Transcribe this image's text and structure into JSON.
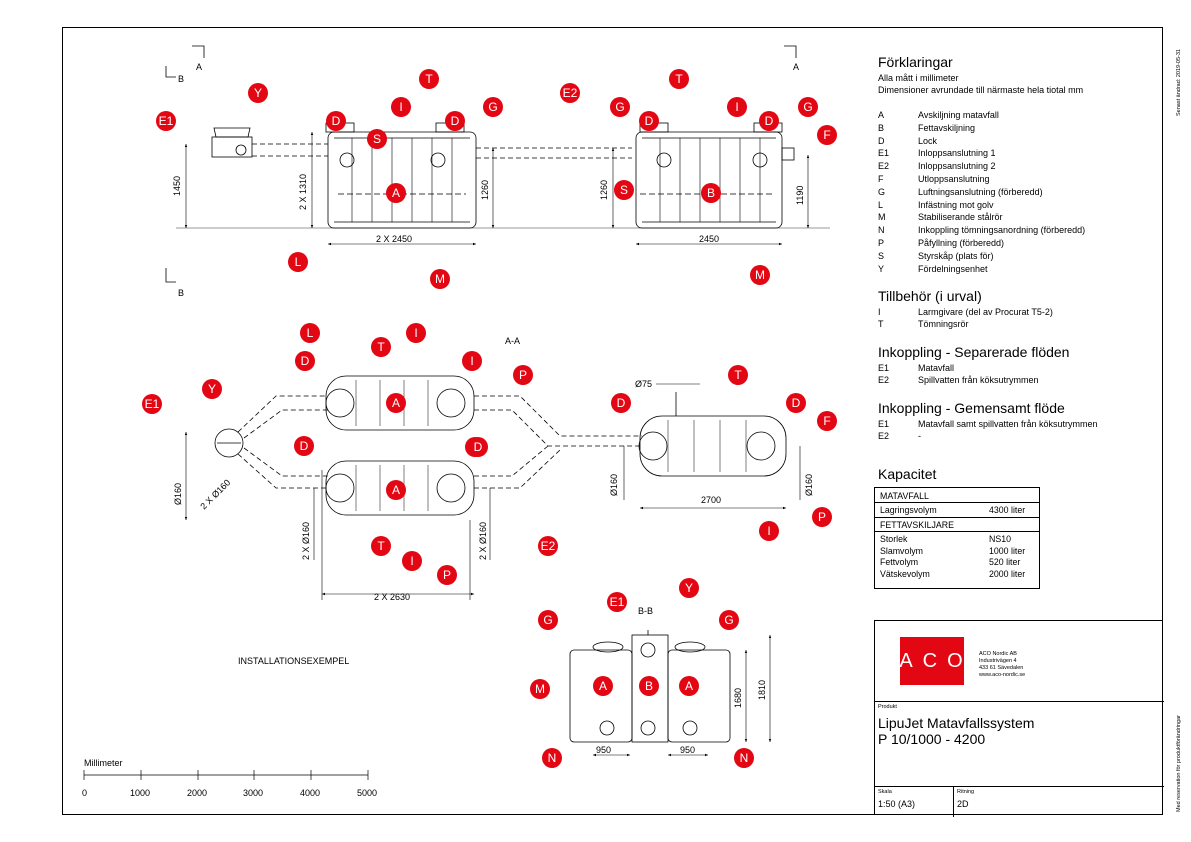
{
  "legend": {
    "title": "Förklaringar",
    "notes": [
      "Alla mått i millimeter",
      "Dimensioner avrundade till närmaste hela tiotal mm"
    ],
    "items": [
      {
        "key": "A",
        "text": "Avskiljning matavfall"
      },
      {
        "key": "B",
        "text": "Fettavskiljning"
      },
      {
        "key": "D",
        "text": "Lock"
      },
      {
        "key": "E1",
        "text": "Inloppsanslutning 1"
      },
      {
        "key": "E2",
        "text": "Inloppsanslutning 2"
      },
      {
        "key": "F",
        "text": "Utloppsanslutning"
      },
      {
        "key": "G",
        "text": "Luftningsanslutning (förberedd)"
      },
      {
        "key": "L",
        "text": "Infästning mot golv"
      },
      {
        "key": "M",
        "text": "Stabiliserande stålrör"
      },
      {
        "key": "N",
        "text": "Inkoppling tömningsanordning (förberedd)"
      },
      {
        "key": "P",
        "text": "Påfyllning (förberedd)"
      },
      {
        "key": "S",
        "text": "Styrskåp (plats för)"
      },
      {
        "key": "Y",
        "text": "Fördelningsenhet"
      }
    ]
  },
  "accessories": {
    "title": "Tillbehör (i urval)",
    "items": [
      {
        "key": "I",
        "text": "Larmgivare (del av Procurat T5-2)"
      },
      {
        "key": "T",
        "text": "Tömningsrör"
      }
    ]
  },
  "separate": {
    "title": "Inkoppling - Separerade flöden",
    "items": [
      {
        "key": "E1",
        "text": "Matavfall"
      },
      {
        "key": "E2",
        "text": "Spillvatten från köksutrymmen"
      }
    ]
  },
  "combined": {
    "title": "Inkoppling - Gemensamt flöde",
    "items": [
      {
        "key": "E1",
        "text": "Matavfall samt spillvatten från köksutrymmen"
      },
      {
        "key": "E2",
        "text": "-"
      }
    ]
  },
  "capacity": {
    "title": "Kapacitet",
    "food_header": "MATAVFALL",
    "food_rows": [
      {
        "label": "Lagringsvolym",
        "value": "4300 liter"
      }
    ],
    "grease_header": "FETTAVSKILJARE",
    "grease_rows": [
      {
        "label": "Storlek",
        "value": "NS10"
      },
      {
        "label": "Slamvolym",
        "value": "1000 liter"
      },
      {
        "label": "Fettvolym",
        "value": "520 liter"
      },
      {
        "label": "Vätskevolym",
        "value": "2000 liter"
      }
    ]
  },
  "company": {
    "logo_text": "ACO",
    "name": "ACO Nordic AB",
    "street": "Industrivägen 4",
    "city": "433 61  Sävedalen",
    "web": "www.aco-nordic.se",
    "brand_color": "#e30613"
  },
  "product": {
    "label": "Produkt",
    "name": "LipuJet Matavfallssystem",
    "model": "P 10/1000 - 4200"
  },
  "footer": {
    "scale_label": "Skala",
    "scale_value": "1:50 (A3)",
    "drawing_label": "Ritning",
    "drawing_value": "2D"
  },
  "side_text": {
    "date": "Senast ändrad: 2019-05-31",
    "reservation": "Med reservation för produktförändringar"
  },
  "installation_label": "INSTALLATIONSEXEMPEL",
  "scalebar": {
    "title": "Millimeter",
    "ticks": [
      "0",
      "1000",
      "2000",
      "3000",
      "4000",
      "5000"
    ]
  },
  "section_labels": {
    "aa": "A-A",
    "bb": "B-B",
    "a": "A",
    "b": "B"
  },
  "dimensions": {
    "top_height": "1450",
    "tank_height_pair": "2 X 1310",
    "inlet_height_1": "1260",
    "inlet_height_2": "1260",
    "outlet_height": "1190",
    "len_pair": "2 X 2450",
    "len_single": "2450",
    "d160_left": "Ø160",
    "d160_pair_diag": "2 X Ø160",
    "d160_pair_1": "2 X Ø160",
    "d160_pair_2": "2 X Ø160",
    "len_plan_pair": "2 X 2630",
    "d75": "Ø75",
    "d160_mid": "Ø160",
    "len_plan_single": "2700",
    "d160_right": "Ø160",
    "bb_h1": "1680",
    "bb_h2": "1810",
    "bb_w1": "950",
    "bb_w2": "950"
  },
  "balloons": [
    "E1",
    "Y",
    "D",
    "S",
    "T",
    "I",
    "D",
    "G",
    "A",
    "L",
    "M",
    "E2",
    "G",
    "D",
    "T",
    "I",
    "D",
    "G",
    "F",
    "S",
    "B",
    "M",
    "L",
    "I",
    "T",
    "I",
    "D",
    "P",
    "A",
    "D",
    "E1",
    "Y",
    "D",
    "A",
    "D",
    "T",
    "I",
    "P",
    "T",
    "D",
    "D",
    "F",
    "P",
    "I",
    "E2",
    "G",
    "E1",
    "Y",
    "G",
    "M",
    "A",
    "B",
    "A",
    "N",
    "N"
  ]
}
